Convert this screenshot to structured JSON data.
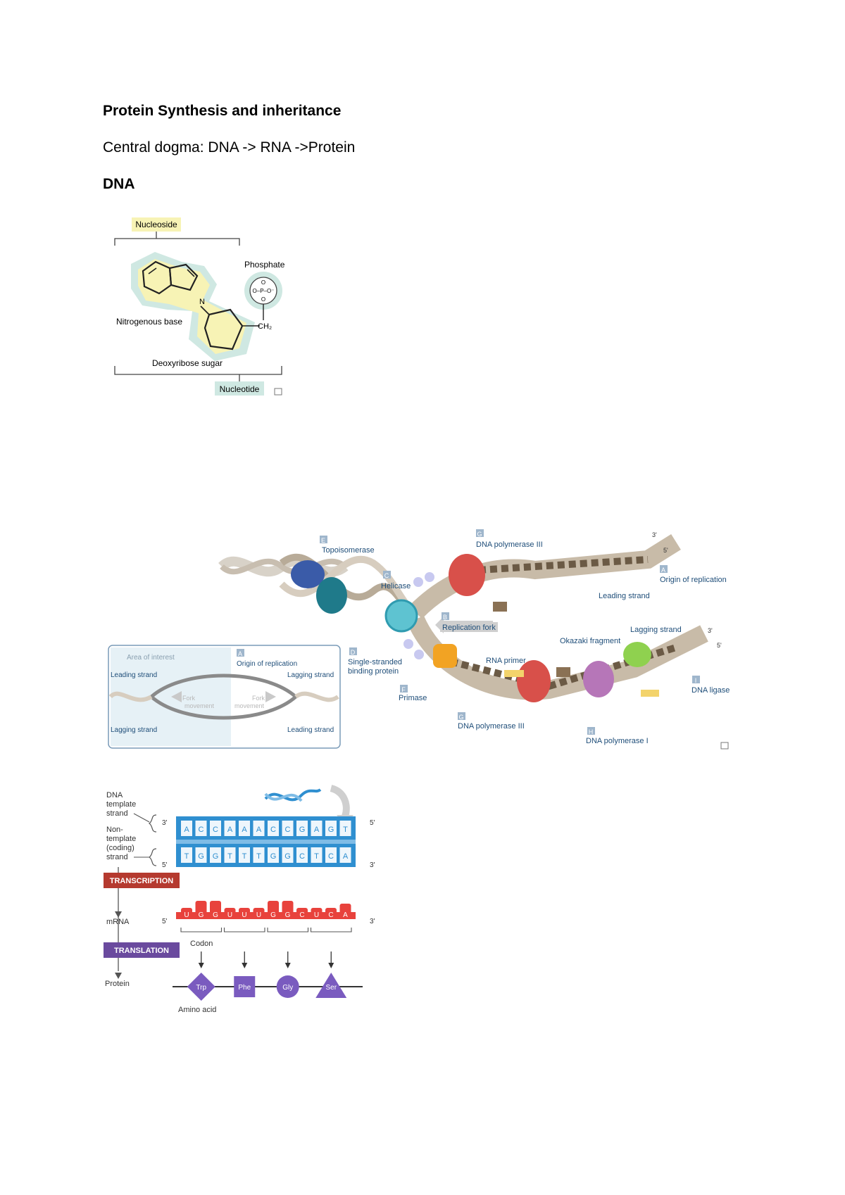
{
  "doc": {
    "title": "Protein Synthesis and inheritance",
    "dogma": "Central dogma: DNA -> RNA ->Protein",
    "dna_heading": "DNA"
  },
  "nucleotide": {
    "nucleoside": "Nucleoside",
    "phosphate": "Phosphate",
    "nitrogenous_base": "Nitrogenous base",
    "n_atom": "N",
    "phosphate_top_o": "O",
    "phosphate_row": "O–P–O⁻",
    "phosphate_bottom_o": "O",
    "ch2": "CH₂",
    "deoxyribose": "Deoxyribose sugar",
    "nucleotide": "Nucleotide"
  },
  "replication": {
    "e_letter": "E",
    "topoisomerase": "Topoisomerase",
    "g_letter": "G",
    "dna_pol3_top": "DNA polymerase III",
    "a_letter": "A",
    "origin": "Origin of replication",
    "leading_strand": "Leading strand",
    "c_letter": "C",
    "helicase": "Helicase",
    "b_letter": "B",
    "replication_fork": "Replication fork",
    "d_letter": "D",
    "ssb_1": "Single-stranded",
    "ssb_2": "binding protein",
    "okazaki": "Okazaki fragment",
    "lagging_strand": "Lagging strand",
    "rna_primer": "RNA primer",
    "f_letter": "F",
    "primase": "Primase",
    "g2_letter": "G",
    "dna_pol3_bottom": "DNA polymerase III",
    "i_letter": "I",
    "dna_ligase": "DNA ligase",
    "h_letter": "H",
    "dna_pol1": "DNA polymerase I",
    "three_prime": "3'",
    "five_prime": "5'",
    "inset": {
      "area": "Area of interest",
      "a_letter": "A",
      "origin": "Origin of replication",
      "leading_left": "Leading strand",
      "lagging_right": "Lagging strand",
      "lagging_left": "Lagging strand",
      "leading_right": "Leading strand",
      "fork": "Fork",
      "movement": "movement"
    }
  },
  "transcription": {
    "template_1": "DNA",
    "template_2": "template",
    "template_3": "strand",
    "coding_1": "Non-",
    "coding_2": "template",
    "coding_3": "(coding)",
    "coding_4": "strand",
    "transcription": "TRANSCRIPTION",
    "mrna": "mRNA",
    "translation": "TRANSLATION",
    "protein": "Protein",
    "codon": "Codon",
    "amino_acid": "Amino acid",
    "three": "3'",
    "five": "5'",
    "top_bases": [
      "A",
      "C",
      "C",
      "A",
      "A",
      "A",
      "C",
      "C",
      "G",
      "A",
      "G",
      "T"
    ],
    "bottom_bases": [
      "T",
      "G",
      "G",
      "T",
      "T",
      "T",
      "G",
      "G",
      "C",
      "T",
      "C",
      "A"
    ],
    "mrna_bases": [
      "U",
      "G",
      "G",
      "U",
      "U",
      "U",
      "G",
      "G",
      "C",
      "U",
      "C",
      "A"
    ],
    "amino_acids": [
      "Trp",
      "Phe",
      "Gly",
      "Ser"
    ]
  },
  "colors": {
    "highlight_yellow": "#f7f3b5",
    "highlight_teal": "#cfe8e2",
    "dna_blue": "#2f8fd0",
    "mrna_red": "#e8423c",
    "transcription_bar": "#b53a2f",
    "translation_bar": "#6a4a9e",
    "amino_purple": "#7a5bbf"
  }
}
